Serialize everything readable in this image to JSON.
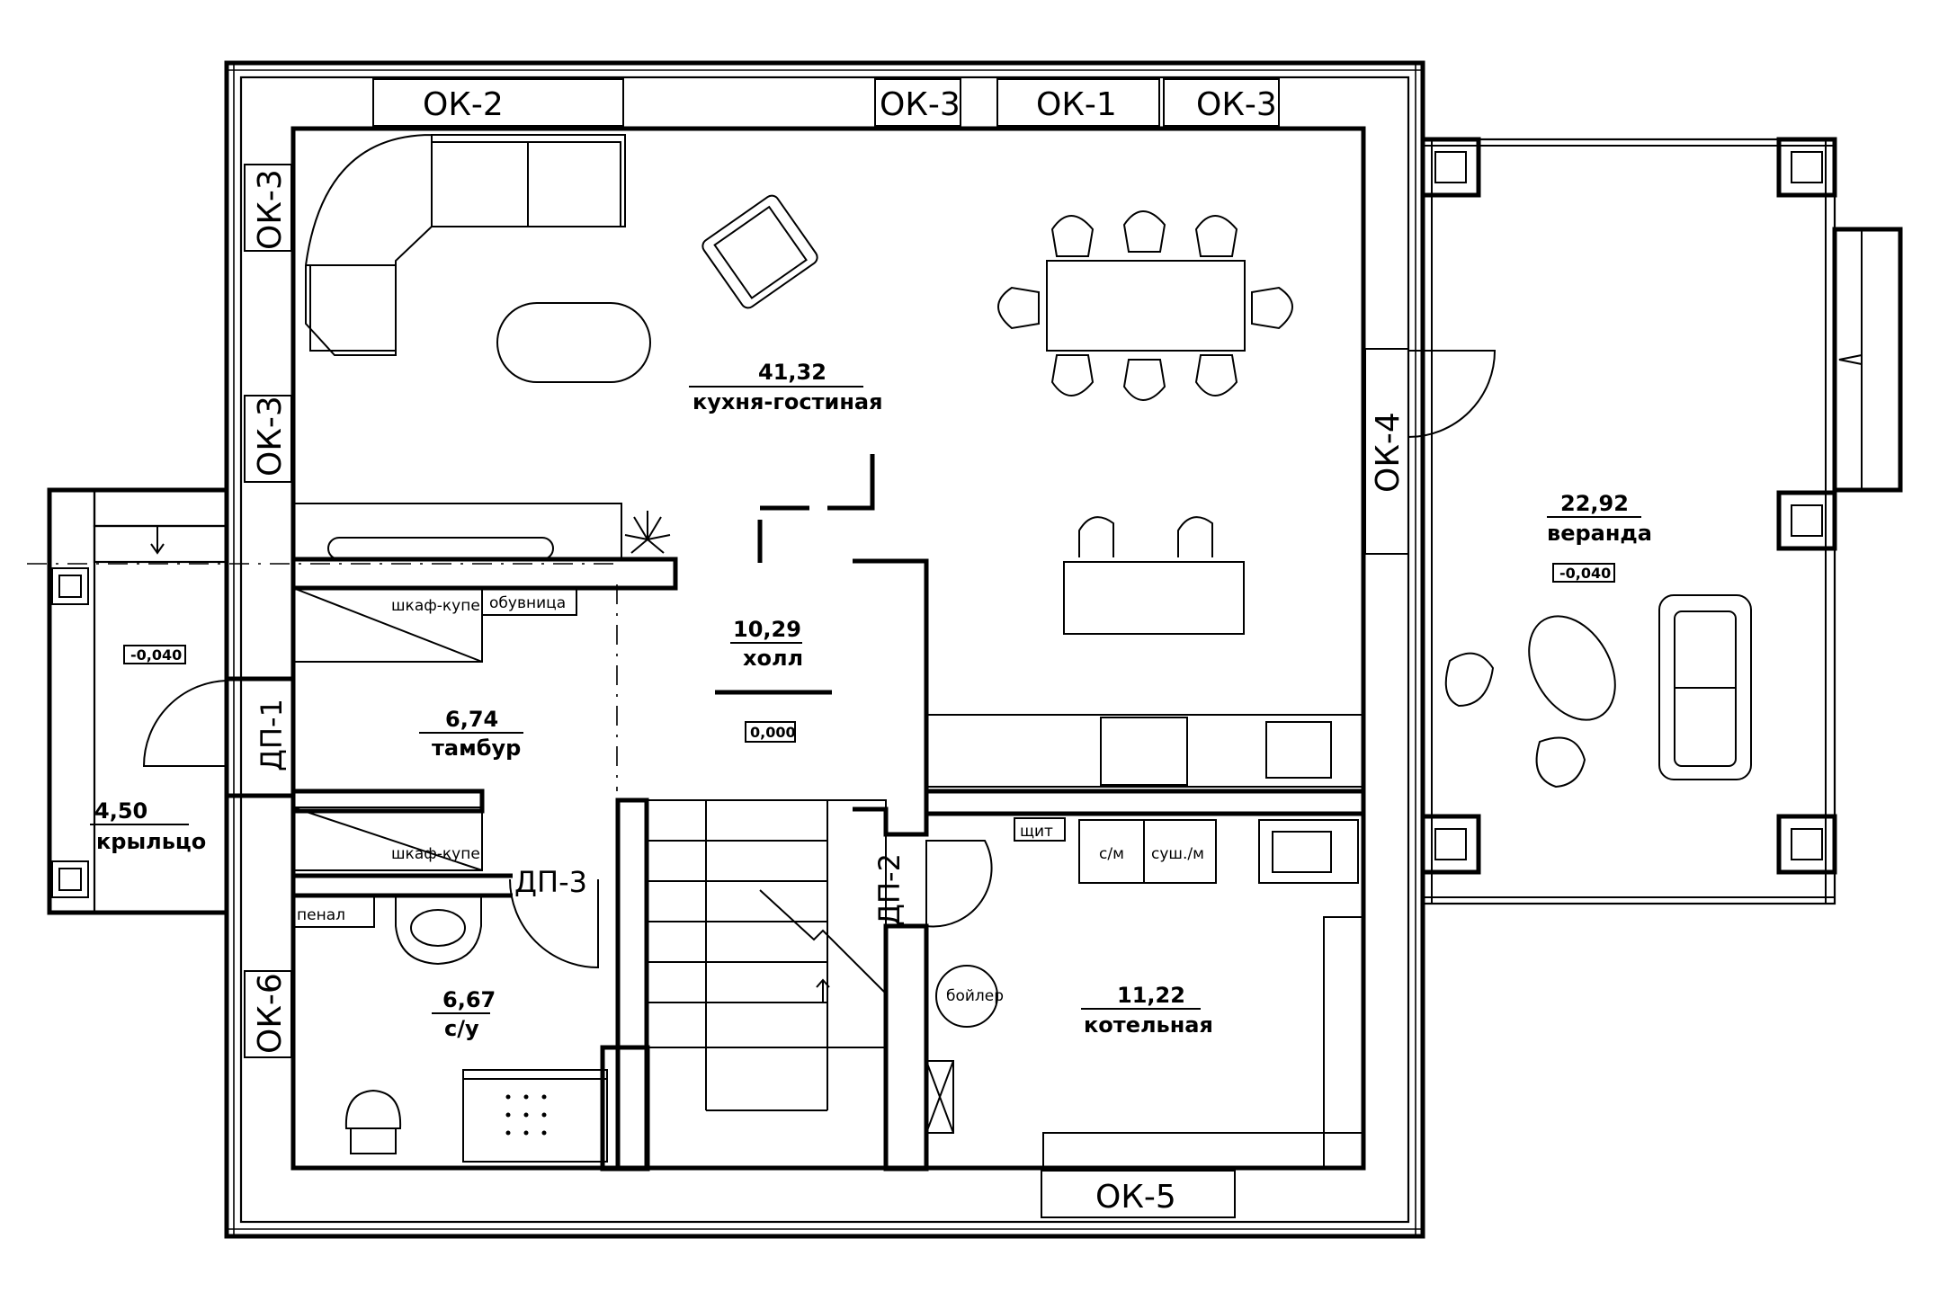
{
  "rooms": {
    "kitchen_living": {
      "area": "41,32",
      "name": "кухня-гостиная"
    },
    "hall": {
      "area": "10,29",
      "name": "холл",
      "level": "0,000"
    },
    "vestibule": {
      "area": "6,74",
      "name": "тамбур"
    },
    "bathroom": {
      "area": "6,67",
      "name": "с/у"
    },
    "boiler_room": {
      "area": "11,22",
      "name": "котельная"
    },
    "veranda": {
      "area": "22,92",
      "name": "веранда",
      "level": "-0,040"
    },
    "porch": {
      "area": "4,50",
      "name": "крыльцо",
      "level": "-0,040"
    }
  },
  "windows": {
    "top_left": "ОК-2",
    "top_mid_left": "ОК-3",
    "top_mid": "ОК-1",
    "top_right": "ОК-3",
    "left_upper": "ОК-3",
    "left_mid": "ОК-3",
    "left_lower": "ОК-6",
    "bottom": "ОК-5",
    "right": "ОК-4"
  },
  "doors": {
    "entrance": "ДП-1",
    "boiler": "ДП-2",
    "bathroom": "ДП-3"
  },
  "furniture_labels": {
    "wardrobe_upper": "шкаф-купе",
    "wardrobe_lower": "шкаф-купе",
    "shoe_rack": "обувница",
    "cabinet": "пенал",
    "panel": "щит",
    "washer": "с/м",
    "dryer": "суш./м",
    "boiler": "бойлер"
  }
}
